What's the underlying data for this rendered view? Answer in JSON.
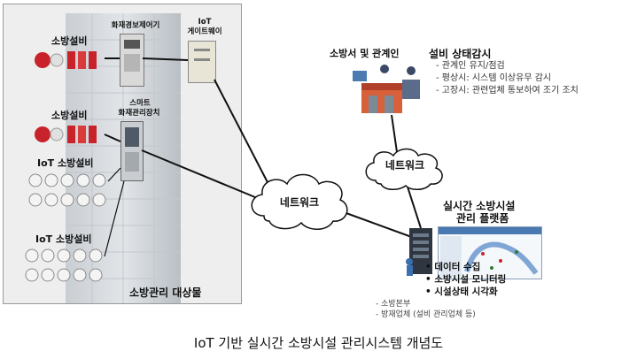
{
  "left_panel": {
    "title": "소방관리 대상물",
    "rows": [
      {
        "label": "소방설비"
      },
      {
        "label": "소방설비"
      },
      {
        "label": "IoT 소방설비"
      },
      {
        "label": "IoT 소방설비"
      }
    ],
    "fire_alarm_controller": "화재경보제어기",
    "iot_gateway": [
      "IoT",
      "게이트웨이"
    ],
    "smart_panel": [
      "스마트",
      "화재관리장치"
    ]
  },
  "network_center": "네트워크",
  "network_right": "네트워크",
  "fire_station": {
    "label": "소방서 및 관계인",
    "status_title": "설비 상태감시",
    "status_items": [
      "- 관계인 유지/점검",
      "- 평상시: 시스템 이상유무 감시",
      "- 고장시: 관련업체 통보하여 조기 조치"
    ]
  },
  "platform": {
    "title": [
      "실시간 소방시설",
      "관리 플랫폼"
    ],
    "features": [
      "데이터 수집",
      "소방시설 모니터링",
      "시설상태 시각화"
    ],
    "users": [
      "소방본부",
      "방재업체 (설비 관리업체 등)"
    ]
  },
  "caption": "IoT 기반 실시간 소방시설 관리시스템 개념도",
  "colors": {
    "panel_border": "#9a9a9a",
    "equipment_red": "#c8232a",
    "line": "#111111"
  }
}
